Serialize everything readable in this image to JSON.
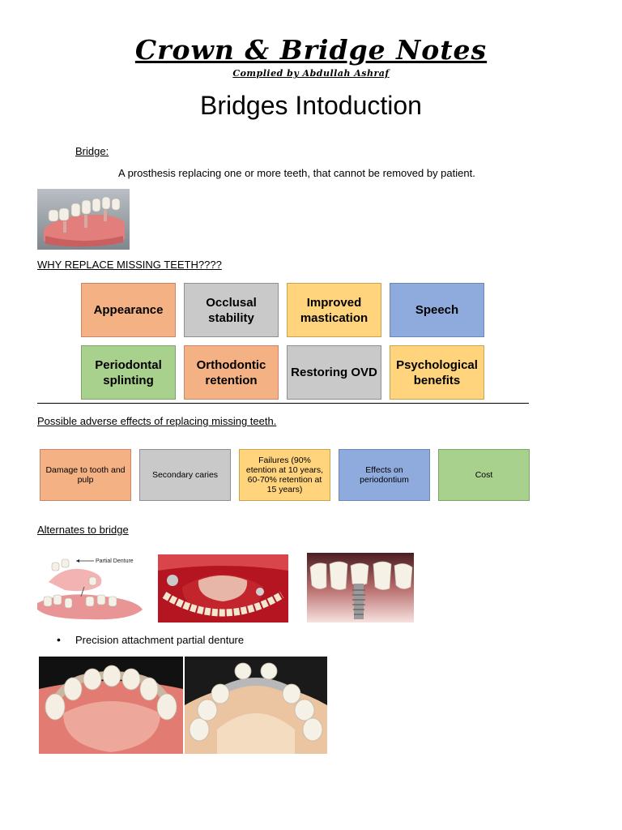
{
  "header": {
    "title": "Crown & Bridge Notes",
    "subtitle": "Complied by Abdullah Ashraf",
    "heading": "Bridges Intoduction"
  },
  "bridge": {
    "label": "Bridge:",
    "definition": "A prosthesis replacing one or more teeth, that cannot be removed by patient."
  },
  "why_replace": {
    "label": "WHY REPLACE MISSING TEETH????",
    "reasons": [
      {
        "text": "Appearance",
        "color": "#f4b183"
      },
      {
        "text": "Occlusal stability",
        "color": "#c9c9c9"
      },
      {
        "text": "Improved mastication",
        "color": "#ffd47c"
      },
      {
        "text": "Speech",
        "color": "#8faadc"
      },
      {
        "text": "Periodontal splinting",
        "color": "#a9d18e"
      },
      {
        "text": "Orthodontic retention",
        "color": "#f4b183"
      },
      {
        "text": "Restoring OVD",
        "color": "#c9c9c9"
      },
      {
        "text": "Psychological benefits",
        "color": "#ffd47c"
      }
    ]
  },
  "adverse": {
    "label": "Possible adverse effects of replacing missing teeth.",
    "effects": [
      {
        "text": "Damage to tooth and pulp",
        "color": "#f4b183"
      },
      {
        "text": "Secondary caries",
        "color": "#c9c9c9"
      },
      {
        "text": "Failures (90% etention at 10 years, 60-70% retention at 15 years)",
        "color": "#ffd47c"
      },
      {
        "text": "Effects on periodontium",
        "color": "#8faadc"
      },
      {
        "text": "Cost",
        "color": "#a9d18e"
      }
    ]
  },
  "alternates": {
    "label": "Alternates to bridge",
    "partial_denture_caption": "Partial Denture",
    "bullet": "Precision attachment partial denture"
  }
}
